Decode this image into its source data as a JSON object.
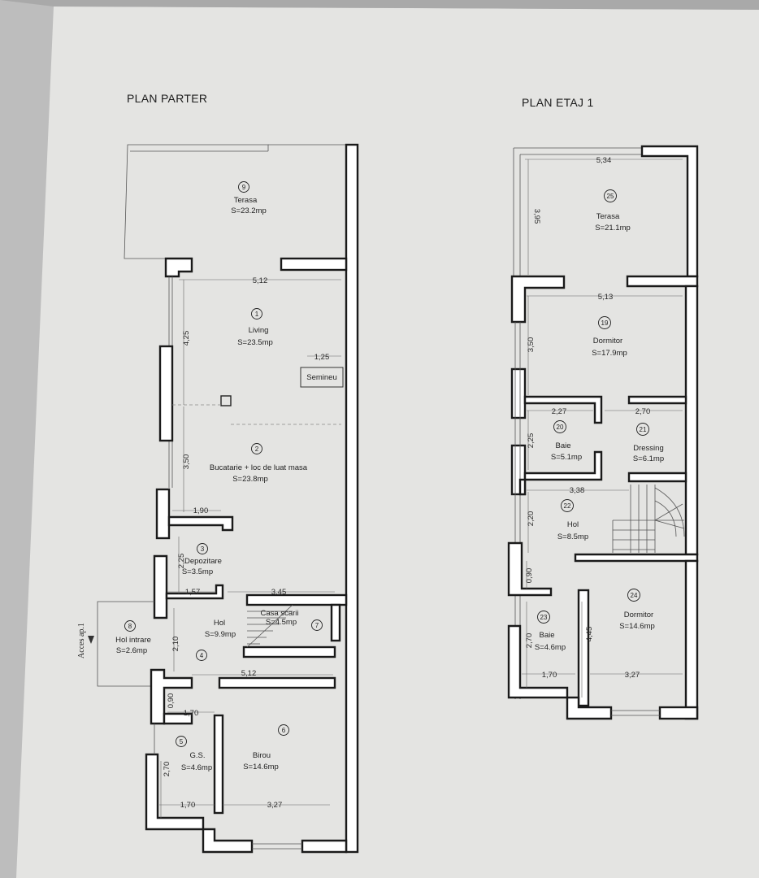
{
  "ground_floor": {
    "title": "PLAN PARTER",
    "access_label": "Acces ap.1",
    "fireplace_label": "Semineu",
    "rooms": [
      {
        "number": "9",
        "name": "Terasa",
        "area": "S=23.2mp"
      },
      {
        "number": "1",
        "name": "Living",
        "area": "S=23.5mp"
      },
      {
        "number": "2",
        "name": "Bucatarie + loc de luat masa",
        "area": "S=23.8mp"
      },
      {
        "number": "3",
        "name": "Depozitare",
        "area": "S=3.5mp"
      },
      {
        "number": "8",
        "name": "Hol intrare",
        "area": "S=2.6mp"
      },
      {
        "number": "4",
        "name": "Hol",
        "area": "S=9.9mp"
      },
      {
        "number": "7",
        "name": "Casa scarii",
        "area": "S=4.5mp"
      },
      {
        "number": "5",
        "name": "G.S.",
        "area": "S=4.6mp"
      },
      {
        "number": "6",
        "name": "Birou",
        "area": "S=14.6mp"
      }
    ],
    "dimensions": [
      "5,12",
      "4,25",
      "1,25",
      "3,50",
      "1,90",
      "2,25",
      "1,57",
      "3,45",
      "2,10",
      "5,12",
      "0,90",
      "1,70",
      "2,70",
      "1,70",
      "3,27"
    ]
  },
  "upper_floor": {
    "title": "PLAN ETAJ 1",
    "rooms": [
      {
        "number": "25",
        "name": "Terasa",
        "area": "S=21.1mp"
      },
      {
        "number": "19",
        "name": "Dormitor",
        "area": "S=17.9mp"
      },
      {
        "number": "20",
        "name": "Baie",
        "area": "S=5.1mp"
      },
      {
        "number": "21",
        "name": "Dressing",
        "area": "S=6.1mp"
      },
      {
        "number": "22",
        "name": "Hol",
        "area": "S=8.5mp"
      },
      {
        "number": "24",
        "name": "Dormitor",
        "area": "S=14.6mp"
      },
      {
        "number": "23",
        "name": "Baie",
        "area": "S=4.6mp"
      }
    ],
    "dimensions": [
      "5,34",
      "3,95",
      "5,13",
      "3,50",
      "2,27",
      "2,70",
      "2,25",
      "3,38",
      "2,20",
      "0,90",
      "4,45",
      "2,70",
      "1,70",
      "3,27"
    ]
  }
}
